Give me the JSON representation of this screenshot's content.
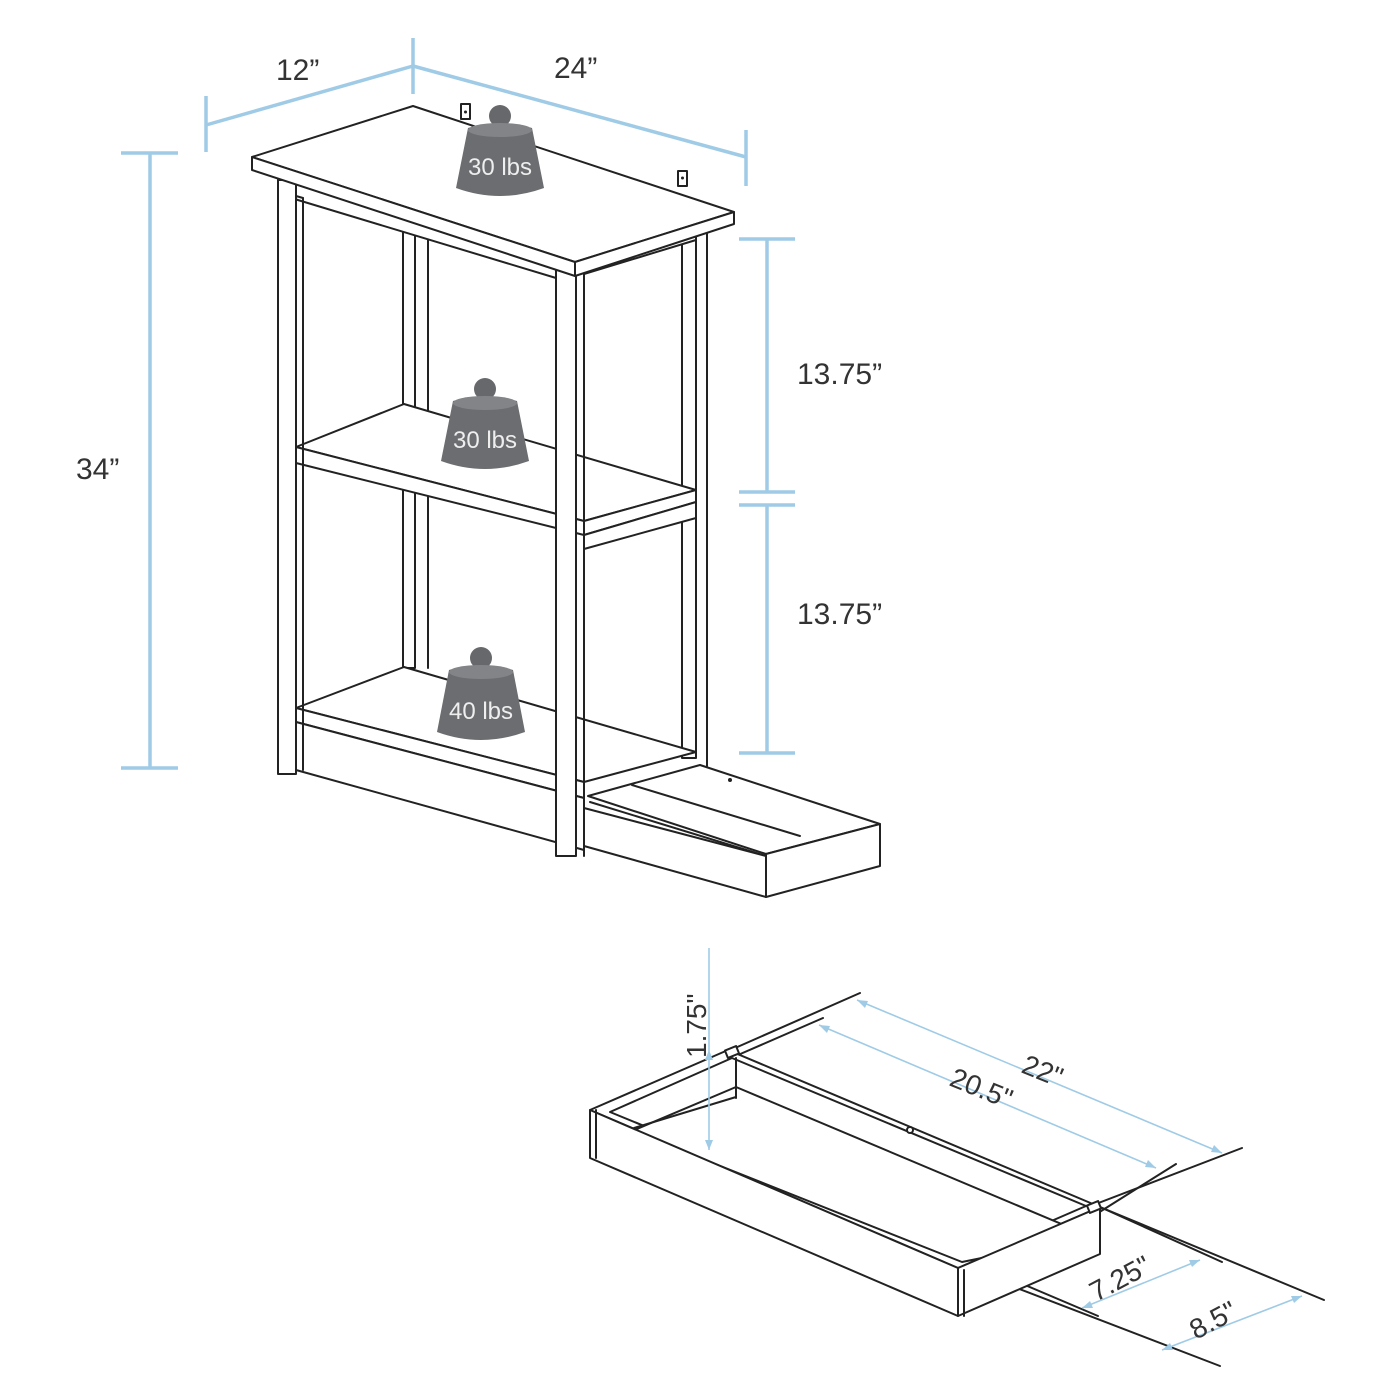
{
  "diagram": {
    "title": "Console shelf with slide-out drawer dimensions",
    "colors": {
      "dimension_line": "#9fcbe6",
      "outline": "#222222",
      "weight": "#6b6d70",
      "label_text": "#333333"
    },
    "shelf_dimensions": {
      "depth": "12”",
      "width": "24”",
      "height": "34”",
      "upper_gap": "13.75”",
      "lower_gap": "13.75”"
    },
    "weight_capacity": {
      "top": "30 lbs",
      "middle": "30 lbs",
      "bottom": "40 lbs"
    },
    "drawer_dimensions": {
      "height": "1.75\"",
      "outer_length": "22\"",
      "inner_length": "20.5\"",
      "inner_width": "7.25\"",
      "outer_width": "8.5\""
    }
  }
}
